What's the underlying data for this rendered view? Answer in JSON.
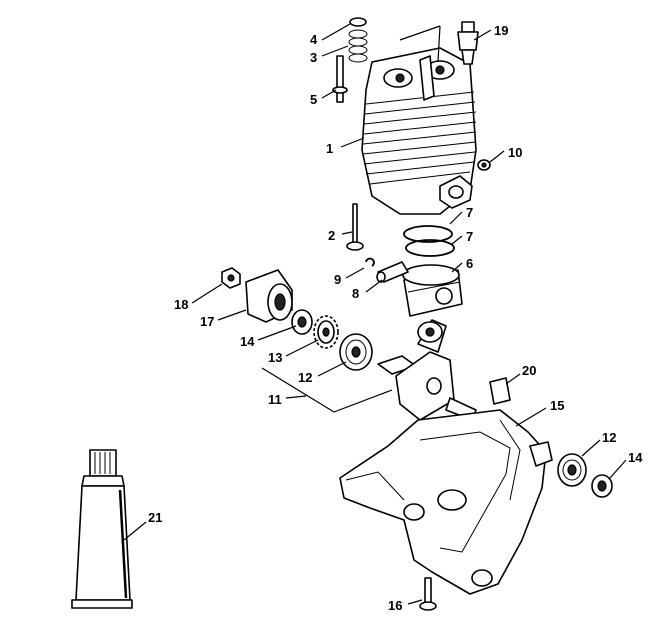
{
  "callouts": [
    {
      "id": "c4a",
      "label": "4"
    },
    {
      "id": "c3a",
      "label": "3"
    },
    {
      "id": "c5a",
      "label": "5"
    },
    {
      "id": "c19",
      "label": "19"
    },
    {
      "id": "c1",
      "label": "1"
    },
    {
      "id": "c10",
      "label": "10"
    },
    {
      "id": "c7a",
      "label": "7"
    },
    {
      "id": "c2",
      "label": "2"
    },
    {
      "id": "c7b",
      "label": "7"
    },
    {
      "id": "c6",
      "label": "6"
    },
    {
      "id": "c9",
      "label": "9"
    },
    {
      "id": "c8",
      "label": "8"
    },
    {
      "id": "c18",
      "label": "18"
    },
    {
      "id": "c17",
      "label": "17"
    },
    {
      "id": "c14a",
      "label": "14"
    },
    {
      "id": "c13",
      "label": "13"
    },
    {
      "id": "c12a",
      "label": "12"
    },
    {
      "id": "c11",
      "label": "11"
    },
    {
      "id": "c20",
      "label": "20"
    },
    {
      "id": "c15",
      "label": "15"
    },
    {
      "id": "c12b",
      "label": "12"
    },
    {
      "id": "c14b",
      "label": "14"
    },
    {
      "id": "c21",
      "label": "21"
    },
    {
      "id": "c16",
      "label": "16"
    }
  ]
}
